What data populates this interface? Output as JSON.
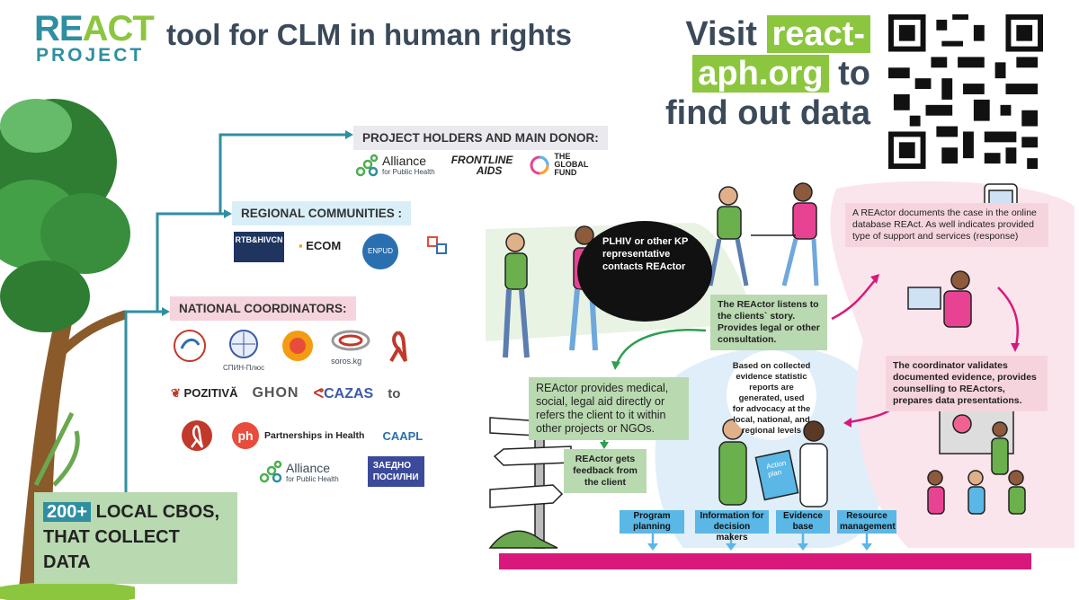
{
  "header": {
    "logo_top_re": "RE",
    "logo_top_act": "ACT",
    "logo_bottom": "PROJECT",
    "title": "tool for CLM in human rights",
    "visit_1": "Visit",
    "visit_link_a": "react-",
    "visit_link_b": "aph.org",
    "visit_2": "to",
    "visit_3": "find out data"
  },
  "sections": {
    "holders": "PROJECT HOLDERS AND MAIN DONOR:",
    "regional": "REGIONAL COMMUNITIES :",
    "national": "NATIONAL COORDINATORS:",
    "local_num": "200+",
    "local_text_1": "LOCAL CBOS,",
    "local_text_2": "THAT COLLECT",
    "local_text_3": "DATA"
  },
  "logos": {
    "holders": [
      "Alliance",
      "for Public Health",
      "FRONTLINE",
      "AIDS",
      "THE",
      "GLOBAL",
      "FUND"
    ],
    "regional": [
      "RTB&HIVCN",
      "ECOM",
      "ENPUD"
    ],
    "national": [
      "СПИН-Плюс",
      "soros.kg",
      "POZITIVĂ",
      "GHON",
      "CAZAS",
      "Partnerships in Health",
      "CAAPL",
      "Alliance",
      "for Public Health",
      "ЗАЕДНО",
      "ПОСИЛНИ"
    ]
  },
  "flow": {
    "plhiv": "PLHIV or other KP representative contacts REActor",
    "listen": "The REActor listens to the clients` story. Provides legal or other consultation.",
    "documents": "A REActor documents  the case in  the online database REAct. As well indicates provided type of support and services (response)",
    "validate": "The coordinator validates documented evidence, provides counselling to REActors, prepares data presentations.",
    "stat": "Based on collected evidence statistic reports are generated, used for advocacy at the local, national, and regional levels",
    "provide": "REActor provides medical, social, legal aid directly or refers the client to it within other projects or NGOs.",
    "feedback": "REActor gets feedback from the client",
    "action_plan": "Action plan"
  },
  "outputs": [
    "Program planning",
    "Information for decision makers",
    "Evidence base",
    "Resource management"
  ],
  "colors": {
    "teal": "#2f8fa0",
    "green": "#8cc63f",
    "pink_bar": "#d8197b",
    "blue_out": "#5bb7e5",
    "light_green": "#b9d9b0",
    "light_pink": "#f6d4de"
  }
}
